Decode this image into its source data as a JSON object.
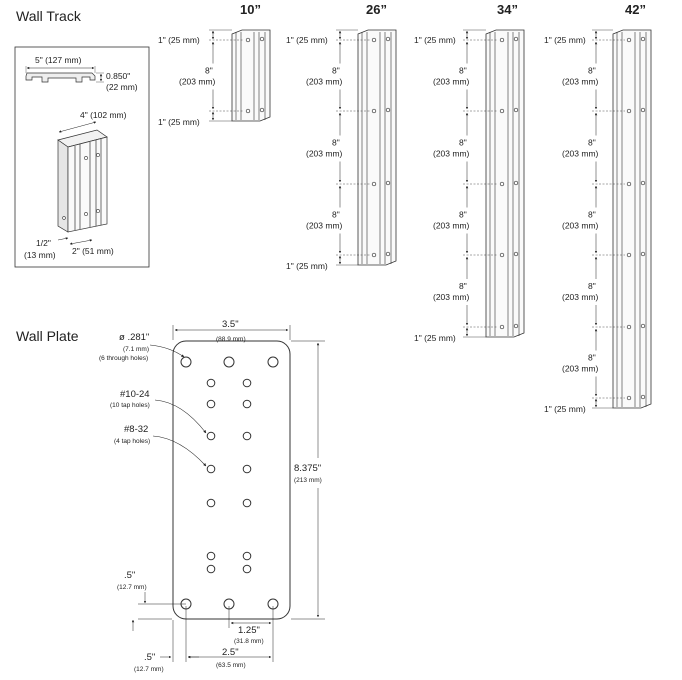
{
  "section_titles": {
    "wall_track": "Wall Track",
    "wall_plate": "Wall Plate"
  },
  "profile": {
    "width": "5\" (127 mm)",
    "height_in": "0.850\"",
    "height_mm": "(22 mm)",
    "depth": "4\" (102 mm)",
    "hole_offset_in": "1/2\"",
    "hole_offset_mm": "(13 mm)",
    "hole_spacing": "2\" (51 mm)"
  },
  "tracks": [
    {
      "length": "10”",
      "segments": 1
    },
    {
      "length": "26”",
      "segments": 3
    },
    {
      "length": "34”",
      "segments": 4
    },
    {
      "length": "42”",
      "segments": 5
    }
  ],
  "track_dims": {
    "end": "1\" (25 mm)",
    "spacing_in": "8\"",
    "spacing_mm": "(203 mm)"
  },
  "plate": {
    "hole_dia_in": "ø .281\"",
    "hole_dia_mm": "(7.1 mm)",
    "hole_dia_note": "(6 through holes)",
    "tap_10_label": "#10-24",
    "tap_10_note": "(10 tap holes)",
    "tap_8_label": "#8-32",
    "tap_8_note": "(4 tap holes)",
    "width_in": "3.5\"",
    "width_mm": "(88.9 mm)",
    "height_in": "8.375\"",
    "height_mm": "(213 mm)",
    "bottom_offset_in": ".5\"",
    "bottom_offset_mm": "(12.7 mm)",
    "side_offset_in": ".5\"",
    "side_offset_mm": "(12.7 mm)",
    "center_in": "1.25\"",
    "center_mm": "(31.8 mm)",
    "span_in": "2.5\"",
    "span_mm": "(63.5 mm)"
  }
}
